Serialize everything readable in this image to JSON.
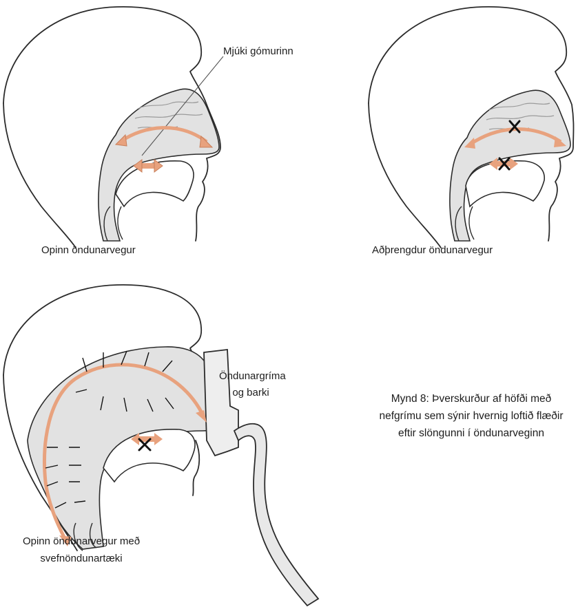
{
  "panels": {
    "open": {
      "label": "Opinn öndunarvegur",
      "annotation": "Mjúki gómurinn"
    },
    "narrowed": {
      "label": "Aðþrengdur öndunarvegur"
    },
    "device": {
      "label_lines": [
        "Opinn öndunarvegur með",
        "svefnöndunartæki"
      ],
      "annotation_lines": [
        "Öndunargríma",
        "og barki"
      ]
    }
  },
  "caption_lines": [
    "Mynd 8: Þverskurður af höfði með",
    "nefgrímu sem sýnir hvernig loftið flæðir",
    "eftir slöngunni í öndunarveginn"
  ],
  "colors": {
    "airway": "#e2e2e2",
    "arrow": "#e8a27e",
    "line": "#2b2b2b",
    "mask": "#eeeeee"
  }
}
